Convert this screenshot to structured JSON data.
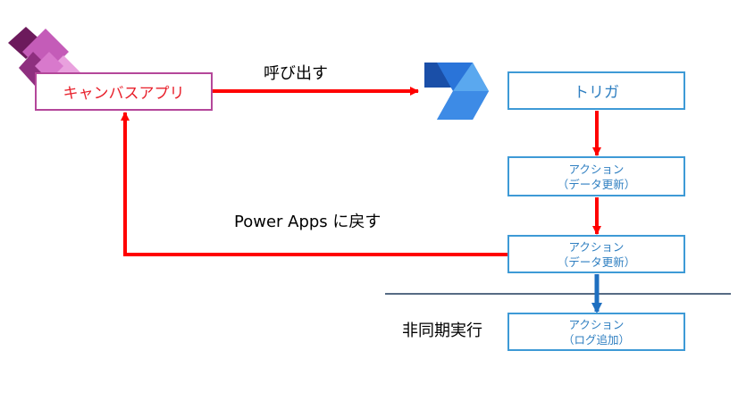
{
  "colors": {
    "red_arrow": "#ff0000",
    "blue_arrow": "#1e6fc0",
    "canvas_border": "#b4479a",
    "canvas_text": "#e8202b",
    "flow_border": "#3e9ad6",
    "flow_text": "#2f7fc1",
    "divider": "#1f3a5c"
  },
  "icons": {
    "power_apps": "power-apps-logo",
    "power_automate": "power-automate-logo"
  },
  "canvas_app": {
    "label": "キャンバスアプリ"
  },
  "flow": {
    "trigger": "トリガ",
    "action1": {
      "line1": "アクション",
      "line2": "（データ更新）"
    },
    "action2": {
      "line1": "アクション",
      "line2": "（データ更新）"
    },
    "action3": {
      "line1": "アクション",
      "line2": "（ログ追加）"
    }
  },
  "labels": {
    "call": "呼び出す",
    "return": "Power Apps に戻す",
    "async": "非同期実行"
  }
}
